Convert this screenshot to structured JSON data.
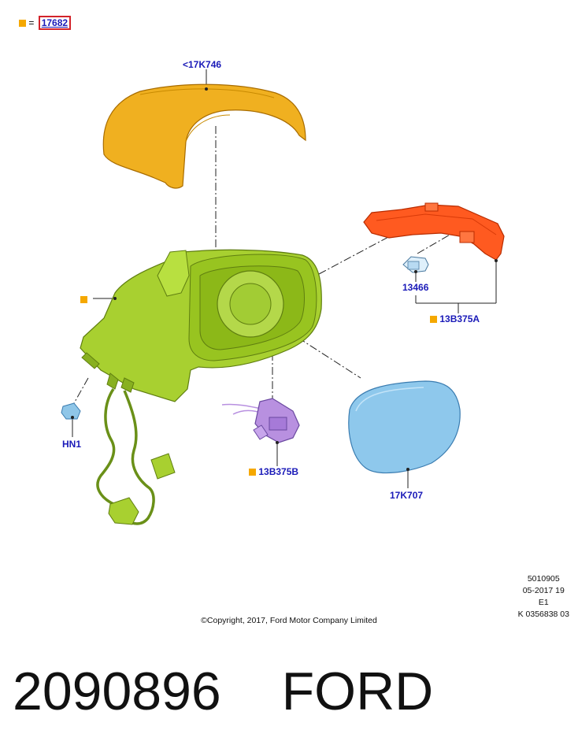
{
  "legend": {
    "equals": "=",
    "code": "17682"
  },
  "callouts": {
    "mirror_cover": "<17K746",
    "housing": "",
    "bulb": "13466",
    "indicator_lamp": "13B375A",
    "puddle_lamp": "13B375B",
    "glass": "17K707",
    "clip": "HN1"
  },
  "meta": {
    "line1": "5010905",
    "line2": "05-2017 19",
    "line3": "E1",
    "line4": "K 0356838 03"
  },
  "copyright": "©Copyright, 2017, Ford Motor Company Limited",
  "part_number": "2090896",
  "brand": "FORD",
  "colors": {
    "label_blue": "#1a1ab8",
    "marker_orange": "#f5a800",
    "legend_border": "#d2232a",
    "cover": "#f0b020",
    "housing": "#a8d030",
    "lamp": "#ff5a20",
    "glass": "#8ec8ec",
    "puddle": "#b890e0",
    "clip": "#8fc6e8"
  }
}
